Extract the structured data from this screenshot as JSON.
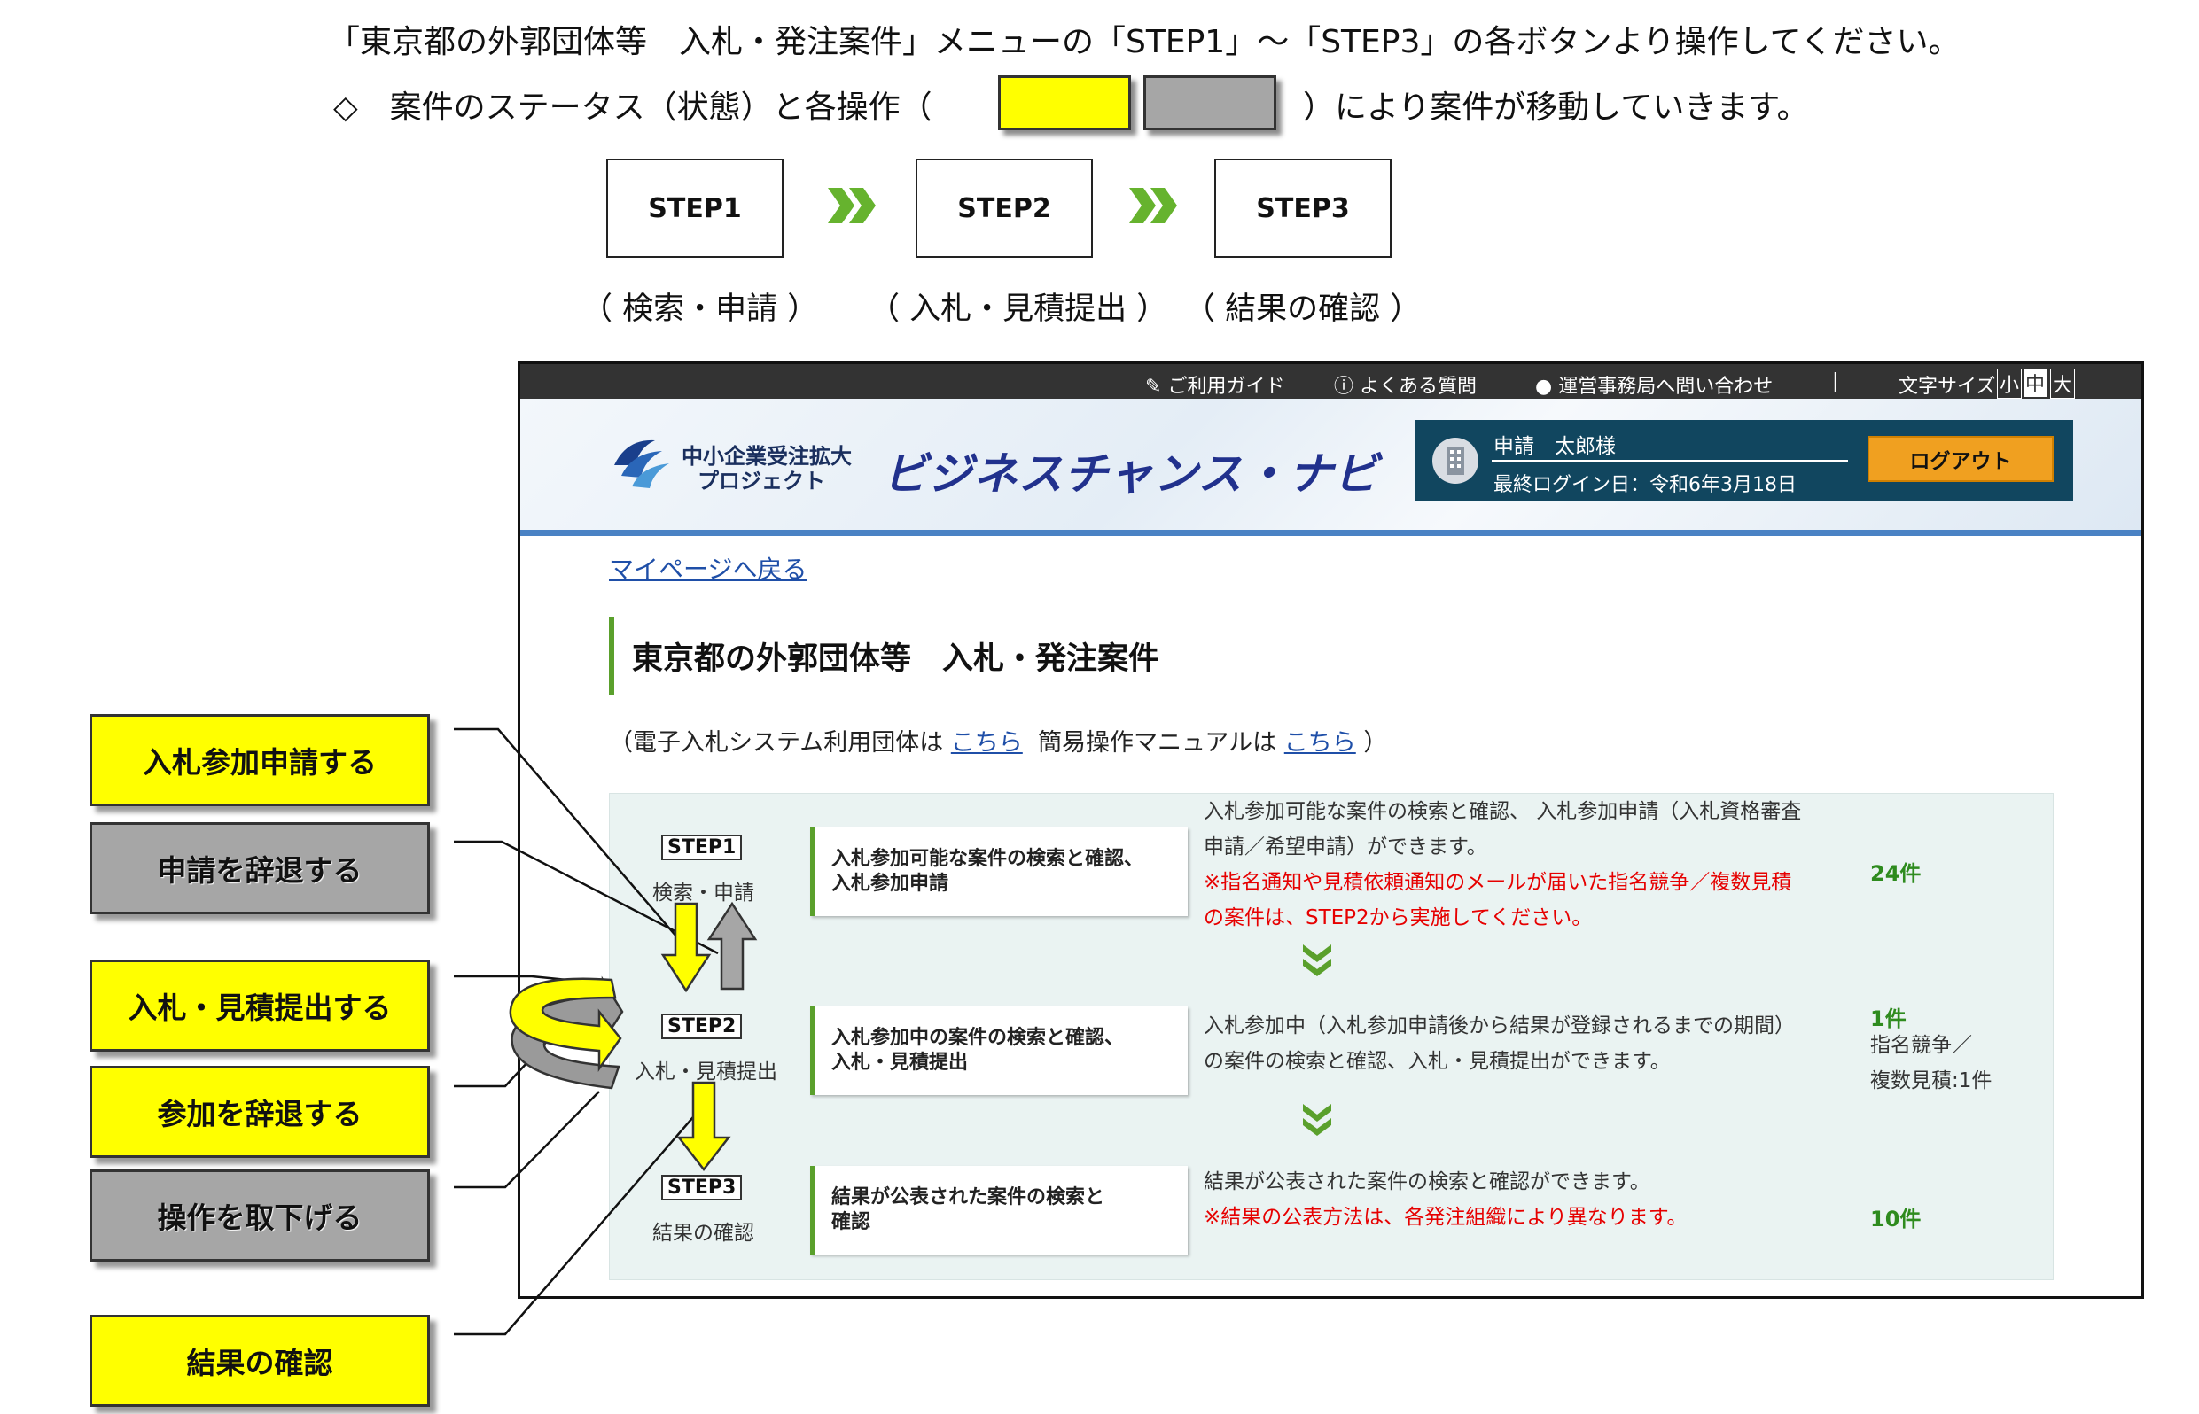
{
  "intro": {
    "line1": "「東京都の外郭団体等　入札・発注案件」メニューの「STEP1」〜「STEP3」の各ボタンより操作してください。",
    "line2_pre": "◇　案件のステータス（状態）と各操作（",
    "line2_post": "）により案件が移動していきます。"
  },
  "steps": {
    "s1": "STEP1",
    "s2": "STEP2",
    "s3": "STEP3",
    "l1": "（ 検索・申請 ）",
    "l2": "（ 入札・見積提出 ）",
    "l3": "（ 結果の確認 ）"
  },
  "callouts": {
    "apply": "入札参加申請する",
    "withdraw_apply": "申請を辞退する",
    "submit_bid": "入札・見積提出する",
    "decline": "参加を辞退する",
    "revert": "操作を取下げる",
    "result": "結果の確認"
  },
  "colors": {
    "yellow": "#ffff00",
    "gray": "#a6a6a6",
    "green": "#5aa02c",
    "navy": "#11465f",
    "orange": "#f0a020"
  },
  "site": {
    "topbar": {
      "guide": "ご利用ガイド",
      "faq": "よくある質問",
      "contact": "運営事務局へ問い合わせ",
      "sep": "|",
      "fontsize_label": "文字サイズ",
      "font_small": "小",
      "font_mid": "中",
      "font_large": "大"
    },
    "logo_line1": "中小企業受注拡大",
    "logo_line2": "プロジェクト",
    "title": "ビジネスチャンス・ナビ",
    "user_name": "申請　太郎様",
    "last_login": "最終ログイン日：令和6年3月18日",
    "logout": "ログアウト",
    "back_link": "マイページへ戻る",
    "page_title": "東京都の外郭団体等　入札・発注案件",
    "notice_pre": "（電子入札システム利用団体は",
    "notice_link1": "こちら",
    "notice_mid": "簡易操作マニュアルは",
    "notice_link2": "こちら",
    "notice_post": "）",
    "step1": {
      "badge": "STEP1",
      "sub": "検索・申請",
      "card_l1": "入札参加可能な案件の検索と確認、",
      "card_l2": "入札参加申請",
      "desc1": "入札参加可能な案件の検索と確認、 入札参加申請（入札資格審査",
      "desc2": "申請／希望申請）ができます。",
      "desc3": "※指名通知や見積依頼通知のメールが届いた指名競争／複数見積",
      "desc4": "の案件は、STEP2から実施してください。",
      "count": "24件"
    },
    "step2": {
      "badge": "STEP2",
      "sub": "入札・見積提出",
      "card_l1": "入札参加中の案件の検索と確認、",
      "card_l2": "入札・見積提出",
      "desc1": "入札参加中（入札参加申請後から結果が登録されるまでの期間）",
      "desc2": "の案件の検索と確認、入札・見積提出ができます。",
      "count": "1件",
      "count_sub1": "指名競争／",
      "count_sub2": "複数見積:1件"
    },
    "step3": {
      "badge": "STEP3",
      "sub": "結果の確認",
      "card_l1": "結果が公表された案件の検索と",
      "card_l2": "確認",
      "desc1": "結果が公表された案件の検索と確認ができます。",
      "desc2": "※結果の公表方法は、各発注組織により異なります。",
      "count": "10件"
    }
  }
}
